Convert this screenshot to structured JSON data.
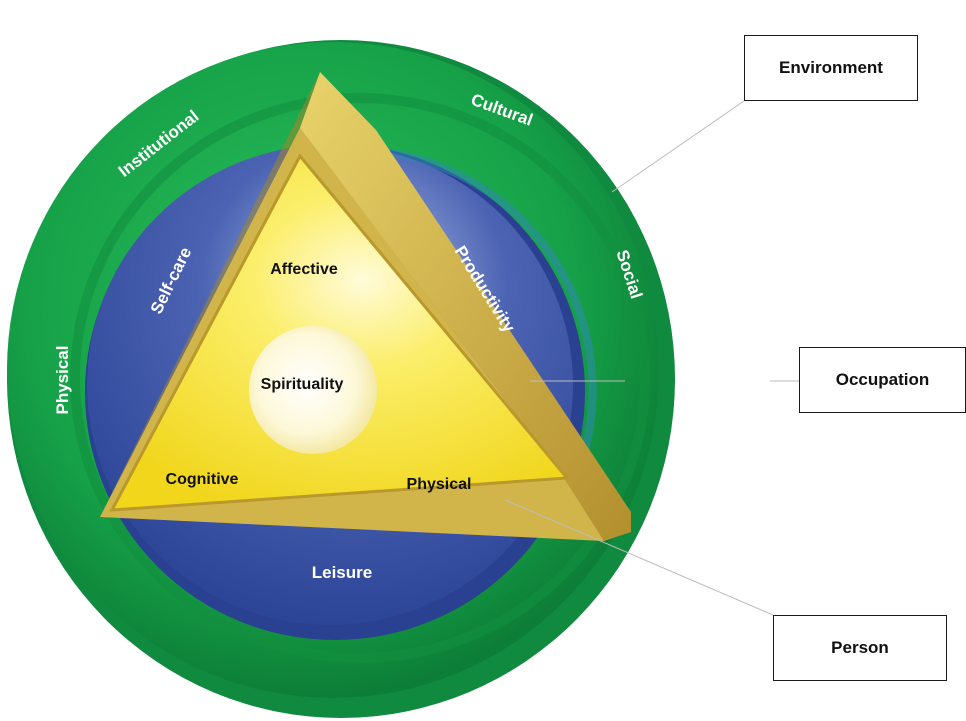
{
  "callouts": {
    "environment": "Environment",
    "occupation": "Occupation",
    "person": "Person"
  },
  "environment_ring": {
    "institutional": "Institutional",
    "cultural": "Cultural",
    "social": "Social",
    "physical": "Physical"
  },
  "occupation_ring": {
    "self_care": "Self-care",
    "productivity": "Productivity",
    "leisure": "Leisure"
  },
  "person_triangle": {
    "affective": "Affective",
    "spirituality": "Spirituality",
    "cognitive": "Cognitive",
    "physical": "Physical"
  },
  "colors": {
    "environment_green": "#1aa04a",
    "occupation_blue": "#3a53a4",
    "person_yellow": "#f7e53a",
    "triangle_edge": "#c9a640",
    "spirituality_core": "#fffbe6"
  }
}
